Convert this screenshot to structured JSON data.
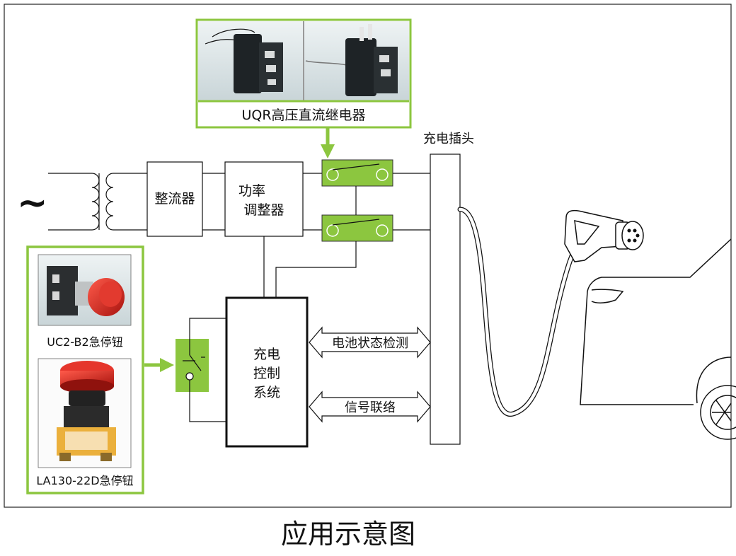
{
  "relay_caption": "UQR高压直流继电器",
  "plug_label": "充电插头",
  "rectifier": "整流器",
  "power_regulator": [
    "功率",
    "调整器"
  ],
  "controller": [
    "充电",
    "控制",
    "系统"
  ],
  "battery_check": "电池状态检测",
  "signal_link": "信号联络",
  "estop_1_caption": "UC2-B2急停钮",
  "estop_2_caption": "LA130-22D急停钮",
  "ac_symbol": "~",
  "figure_title": "应用示意图",
  "colors": {
    "accent_green": "#8cc63f",
    "relay_fill": "#8cc63f",
    "line": "#111111",
    "button_red": "#d0251f"
  }
}
